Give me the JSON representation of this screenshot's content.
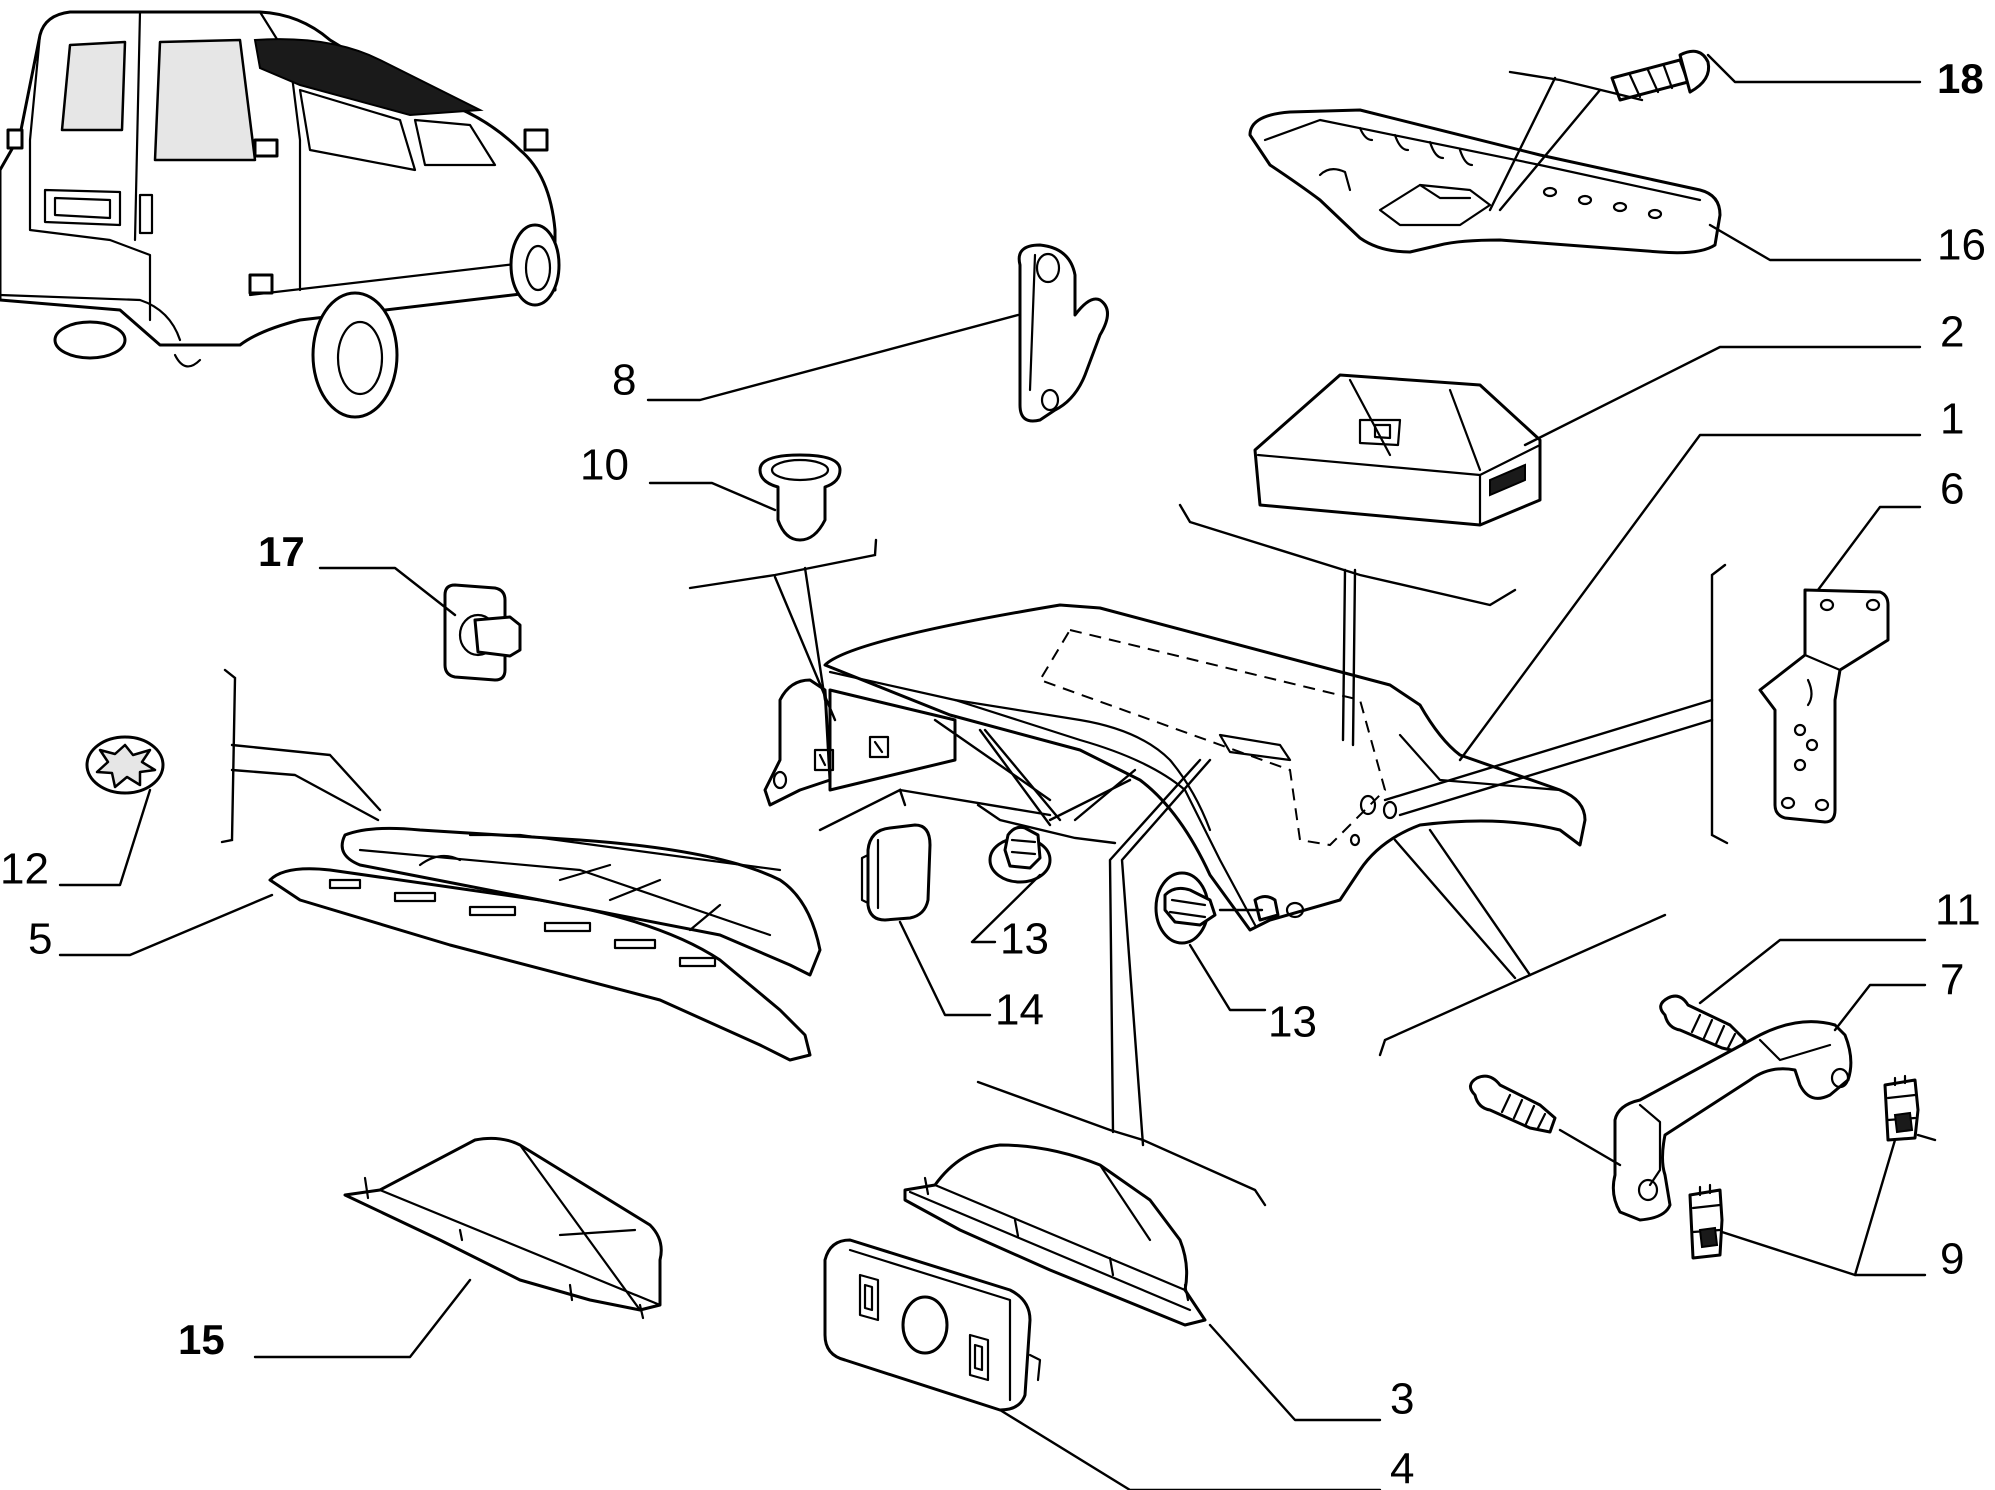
{
  "diagram": {
    "callouts": [
      {
        "id": "1",
        "text": "1",
        "bold": false
      },
      {
        "id": "2",
        "text": "2",
        "bold": false
      },
      {
        "id": "3",
        "text": "3",
        "bold": false
      },
      {
        "id": "4",
        "text": "4",
        "bold": false
      },
      {
        "id": "5",
        "text": "5",
        "bold": false
      },
      {
        "id": "6",
        "text": "6",
        "bold": false
      },
      {
        "id": "7",
        "text": "7",
        "bold": false
      },
      {
        "id": "8",
        "text": "8",
        "bold": false
      },
      {
        "id": "9",
        "text": "9",
        "bold": false
      },
      {
        "id": "10",
        "text": "10",
        "bold": false
      },
      {
        "id": "11",
        "text": "11",
        "bold": false
      },
      {
        "id": "12",
        "text": "12",
        "bold": false
      },
      {
        "id": "13a",
        "text": "13",
        "bold": false
      },
      {
        "id": "13b",
        "text": "13",
        "bold": false
      },
      {
        "id": "14",
        "text": "14",
        "bold": false
      },
      {
        "id": "15",
        "text": "15",
        "bold": true
      },
      {
        "id": "16",
        "text": "16",
        "bold": false
      },
      {
        "id": "17",
        "text": "17",
        "bold": true
      },
      {
        "id": "18",
        "text": "18",
        "bold": true
      }
    ]
  }
}
